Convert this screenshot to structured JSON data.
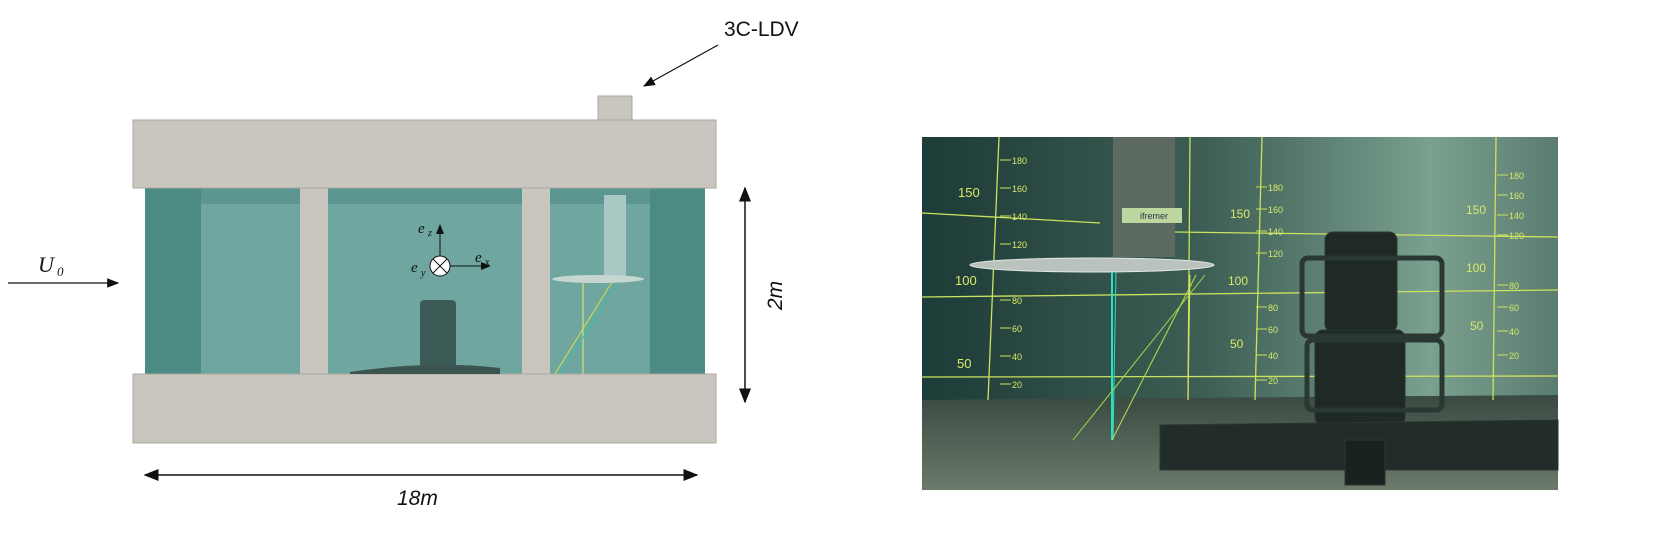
{
  "diagram": {
    "instrument_label": "3C-LDV",
    "inflow_label": "U",
    "inflow_subscript": "0",
    "height_label": "2m",
    "length_label": "18m",
    "axes": {
      "ez": "e",
      "ez_sub": "z",
      "ex": "e",
      "ex_sub": "x",
      "ey": "e",
      "ey_sub": "y"
    },
    "colors": {
      "structure": "#c9c6bf",
      "water": "#6fa6a0",
      "water_dark": "#4c8a84"
    }
  },
  "photo": {
    "logo_text": "ifremer",
    "big_labels": [
      "150",
      "100",
      "50"
    ],
    "left_ticks": [
      "180",
      "160",
      "140",
      "120",
      "80",
      "60",
      "40",
      "20"
    ],
    "mid_ticks": [
      "180",
      "160",
      "140",
      "120",
      "80",
      "60",
      "40",
      "20"
    ],
    "right_ticks": [
      "180",
      "160",
      "140",
      "120",
      "80",
      "60",
      "40",
      "20"
    ]
  }
}
